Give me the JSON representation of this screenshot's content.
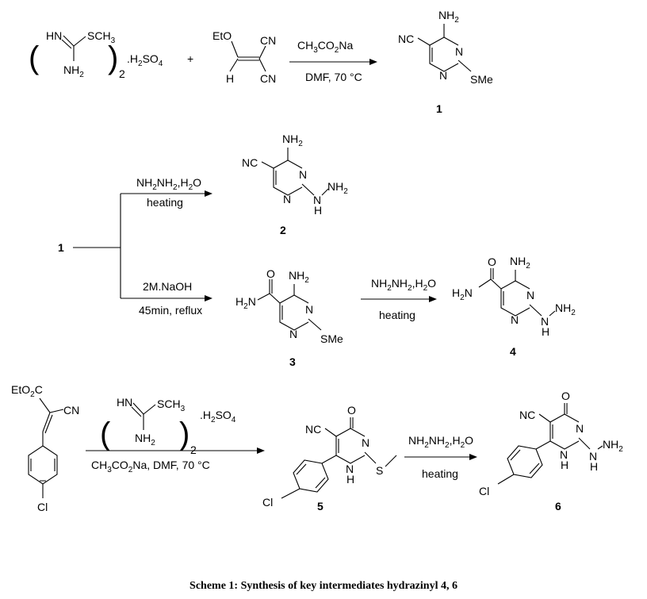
{
  "caption": "Scheme 1: Synthesis of key intermediates hydrazinyl 4, 6",
  "reaction1": {
    "reagent_salt": ".H2SO4",
    "plus": "+",
    "conditions_top": "CH3CO2Na",
    "conditions_bottom": "DMF, 70 °C",
    "product_number": "1"
  },
  "reaction2": {
    "start_number": "1",
    "branch_top": {
      "conditions_top": "NH2NH2,H2O",
      "conditions_bottom": "heating",
      "product_number": "2"
    },
    "branch_bottom": {
      "conditions_top": "2M.NaOH",
      "conditions_bottom": "45min, reflux",
      "product_number": "3"
    },
    "step_3_to_4": {
      "conditions_top": "NH2NH2,H2O",
      "conditions_bottom": "heating",
      "product_number": "4"
    }
  },
  "reaction3": {
    "reagent_salt": ".H2SO4",
    "conditions_bottom": "CH3CO2Na,  DMF, 70 °C",
    "product5_number": "5",
    "step_5_to_6": {
      "conditions_top": "NH2NH2,H2O",
      "conditions_bottom": "heating",
      "product_number": "6"
    }
  },
  "atom_labels": {
    "NH": "HN",
    "SCH3": "SCH3",
    "NH2": "NH2",
    "EtO": "EtO",
    "CN": "CN",
    "H": "H",
    "NC": "NC",
    "N": "N",
    "SMe": "SMe",
    "H2N": "H2N",
    "O": "O",
    "EtO2C": "EtO2C",
    "Cl": "Cl",
    "subscript_2": "2"
  }
}
